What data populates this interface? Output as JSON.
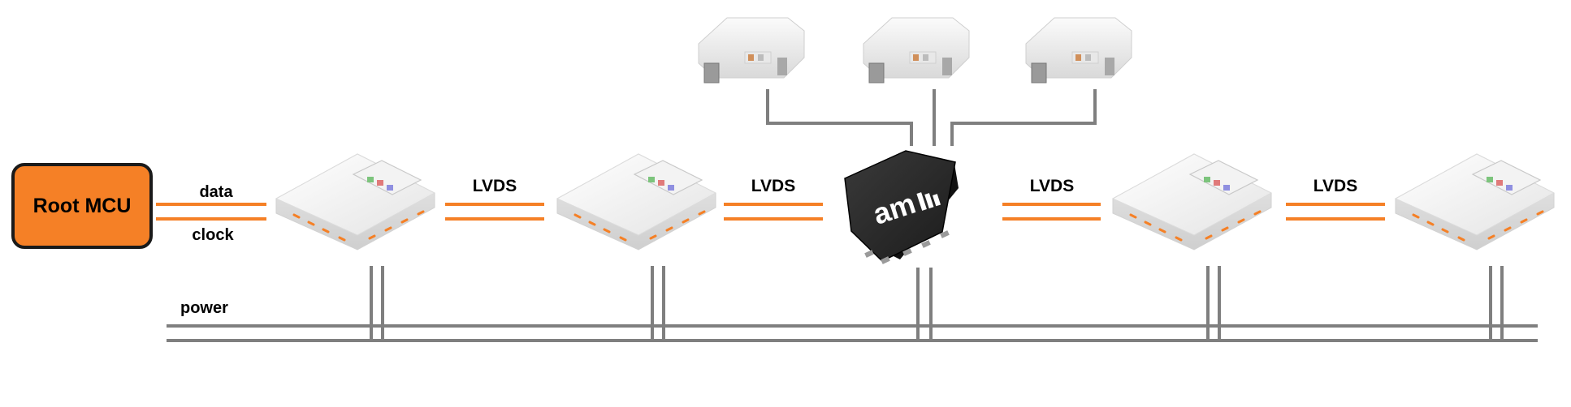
{
  "root": {
    "label": "Root MCU"
  },
  "labels": {
    "data": "data",
    "clock": "clock",
    "power": "power",
    "link": "LVDS"
  },
  "chip": {
    "logo": "am"
  },
  "colors": {
    "accent": "#f58026",
    "wire": "#7f7f7f",
    "chip": "#2a2a2a",
    "root_border": "#1a1a1a"
  }
}
